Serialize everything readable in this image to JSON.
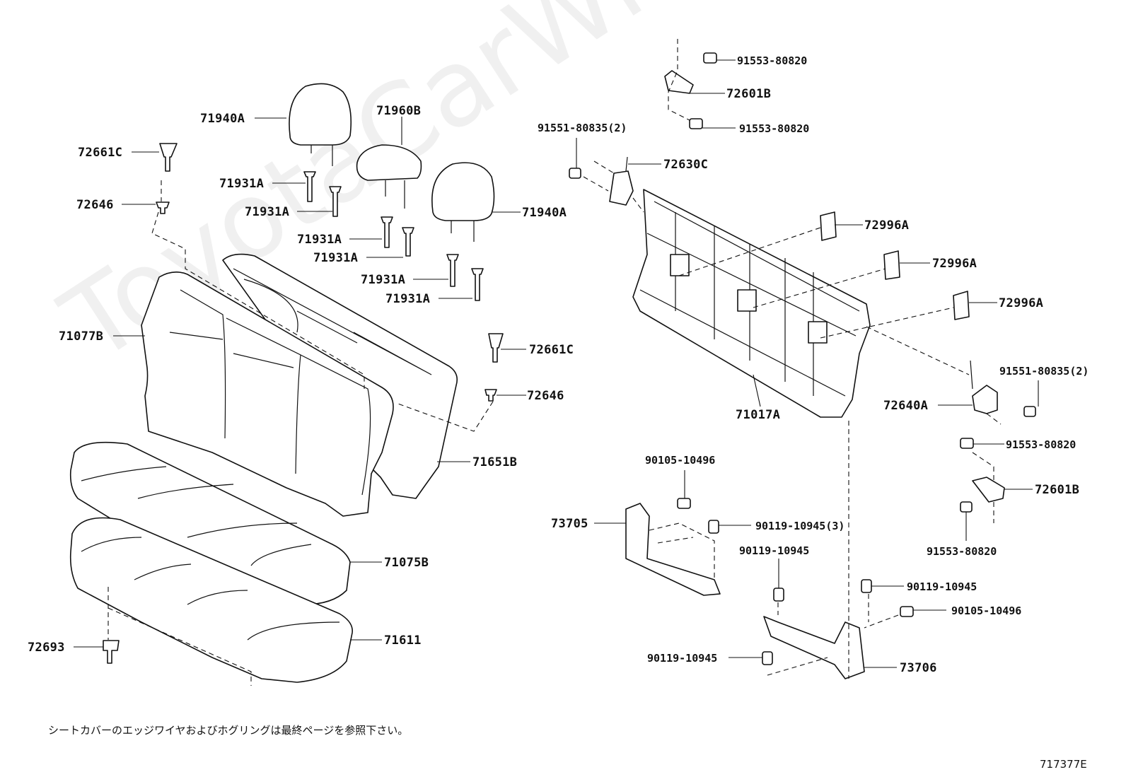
{
  "watermark": "ToyotaCarWine.ru",
  "note": "シートカバーのエッジワイヤおよびホグリングは最終ページを参照下さい。",
  "diagram_code": "717377E",
  "labels": {
    "l71940A_1": "71940A",
    "l71960B": "71960B",
    "l72661C_1": "72661C",
    "l72646_1": "72646",
    "l71931A_1": "71931A",
    "l71931A_2": "71931A",
    "l71931A_3": "71931A",
    "l71931A_4": "71931A",
    "l71931A_5": "71931A",
    "l71931A_6": "71931A",
    "l71940A_2": "71940A",
    "l71077B": "71077B",
    "l72661C_2": "72661C",
    "l72646_2": "72646",
    "l71651B": "71651B",
    "l71075B": "71075B",
    "l71611": "71611",
    "l72693": "72693",
    "l91553_1": "91553-80820",
    "l72601B_1": "72601B",
    "l91553_2": "91553-80820",
    "l91551_1": "91551-80835(2)",
    "l72630C": "72630C",
    "l72996A_1": "72996A",
    "l72996A_2": "72996A",
    "l72996A_3": "72996A",
    "l91551_2": "91551-80835(2)",
    "l72640A": "72640A",
    "l71017A": "71017A",
    "l91553_3": "91553-80820",
    "l72601B_2": "72601B",
    "l91553_4": "91553-80820",
    "l90105_1": "90105-10496",
    "l73705": "73705",
    "l90119_1": "90119-10945(3)",
    "l90119_2": "90119-10945",
    "l90119_3": "90119-10945",
    "l90105_2": "90105-10496",
    "l90119_4": "90119-10945",
    "l73706": "73706"
  }
}
